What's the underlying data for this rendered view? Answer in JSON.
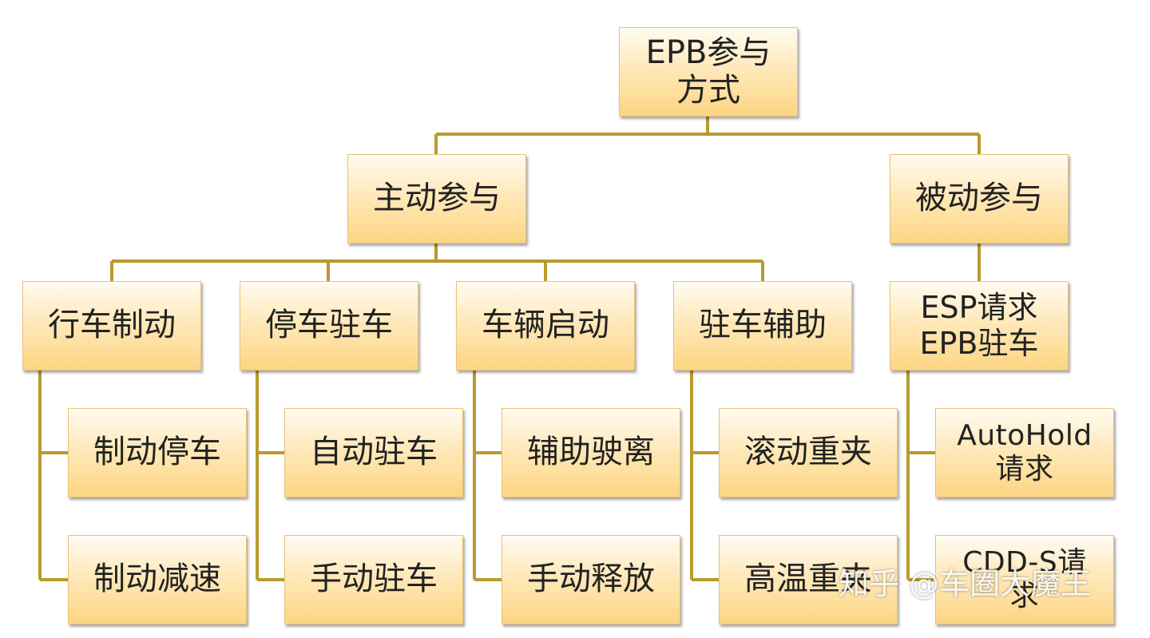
{
  "nodes": {
    "root": "EPB参与\n方式",
    "active": "主动参与",
    "passive": "被动参与",
    "driving_brake": "行车制动",
    "parking": "停车驻车",
    "vehicle_start": "车辆启动",
    "park_assist": "驻车辅助",
    "brake_stop": "制动停车",
    "brake_decel": "制动减速",
    "auto_park": "自动驻车",
    "manual_park": "手动驻车",
    "assist_drive_off": "辅助驶离",
    "manual_release": "手动释放",
    "roll_reclamp": "滚动重夹",
    "hightemp_reclamp": "高温重夹",
    "esp_request": "ESP请求\nEPB驻车",
    "autohold_request": "AutoHold\n请求",
    "cdds_request": "CDD-S请\n求"
  },
  "watermark": "知乎 @车圈大魔王",
  "colors": {
    "connector": "#b99a2c",
    "box_top": "#fffbf1",
    "box_bottom": "#fcd582"
  }
}
